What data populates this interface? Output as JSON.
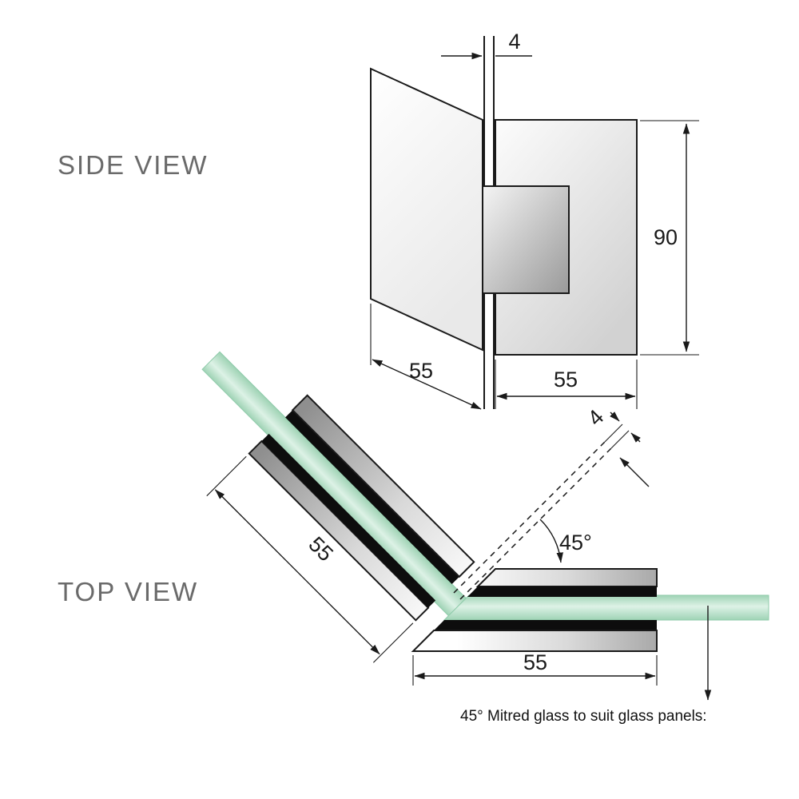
{
  "side_view": {
    "label": "SIDE VIEW",
    "dims": {
      "glass_thickness": "4",
      "plate_height": "90",
      "panel_depth": "55",
      "plate_width": "55"
    }
  },
  "top_view": {
    "label": "TOP VIEW",
    "dims": {
      "pivot_gap": "4",
      "angle": "45°",
      "left_plate_length": "55",
      "right_plate_length": "55"
    },
    "caption": "45° Mitred glass to suit glass panels:"
  },
  "colors": {
    "glass_green": "#9fd3b5",
    "glass_highlight": "#ddf2e6",
    "metal_light": "#ffffff",
    "metal_mid": "#d9d9d9",
    "metal_dark": "#8f8f8f",
    "gasket_black": "#0d0d0d",
    "line": "#1a1a1a",
    "label_gray": "#6a6a6a"
  }
}
